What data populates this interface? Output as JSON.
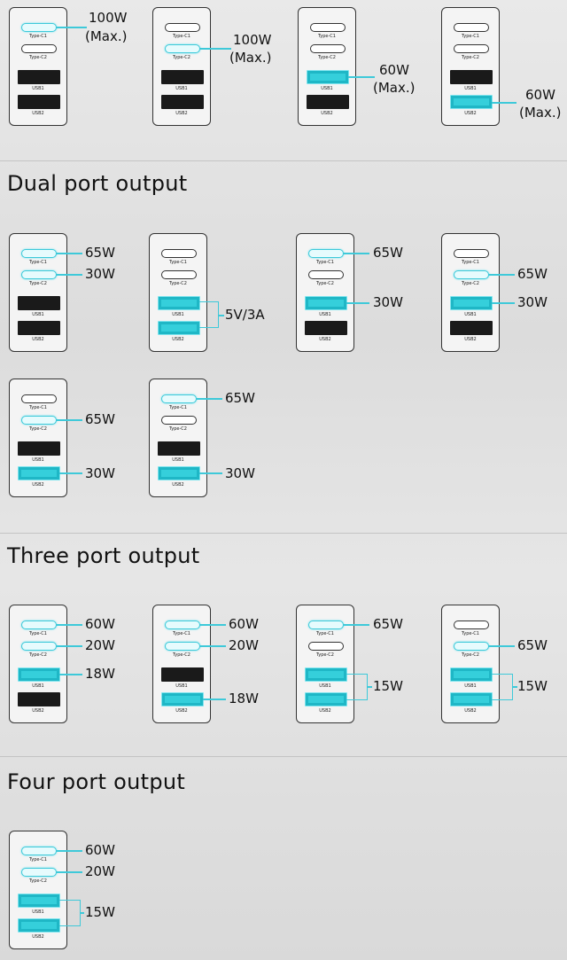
{
  "colors": {
    "accent": "#3ec9d9",
    "text": "#111111"
  },
  "port_labels": {
    "c1": "Type-C1",
    "c2": "Type-C2",
    "u1": "USB1",
    "u2": "USB2"
  },
  "sections": {
    "dual": {
      "title": "Dual port output"
    },
    "three": {
      "title": "Three port output"
    },
    "four": {
      "title": "Four port output"
    }
  },
  "single": {
    "c1": {
      "line1": "100W",
      "line2": "(Max.)"
    },
    "c2": {
      "line1": "100W",
      "line2": "(Max.)"
    },
    "u1": {
      "line1": "60W",
      "line2": "(Max.)"
    },
    "u2": {
      "line1": "60W",
      "line2": "(Max.)"
    }
  },
  "dual": {
    "c1_c2": {
      "c1": "65W",
      "c2": "30W"
    },
    "u1_u2": {
      "usb": "5V/3A"
    },
    "c1_u1": {
      "c1": "65W",
      "u1": "30W"
    },
    "c2_u1": {
      "c2": "65W",
      "u1": "30W"
    },
    "c2_u2": {
      "c2": "65W",
      "u2": "30W"
    },
    "c1_u2": {
      "c1": "65W",
      "u2": "30W"
    }
  },
  "three": {
    "c1_c2_u1": {
      "c1": "60W",
      "c2": "20W",
      "u1": "18W"
    },
    "c1_c2_u2": {
      "c1": "60W",
      "c2": "20W",
      "u2": "18W"
    },
    "c1_u1_u2": {
      "c1": "65W",
      "usb": "15W"
    },
    "c2_u1_u2": {
      "c2": "65W",
      "usb": "15W"
    }
  },
  "four": {
    "all": {
      "c1": "60W",
      "c2": "20W",
      "usb": "15W"
    }
  }
}
